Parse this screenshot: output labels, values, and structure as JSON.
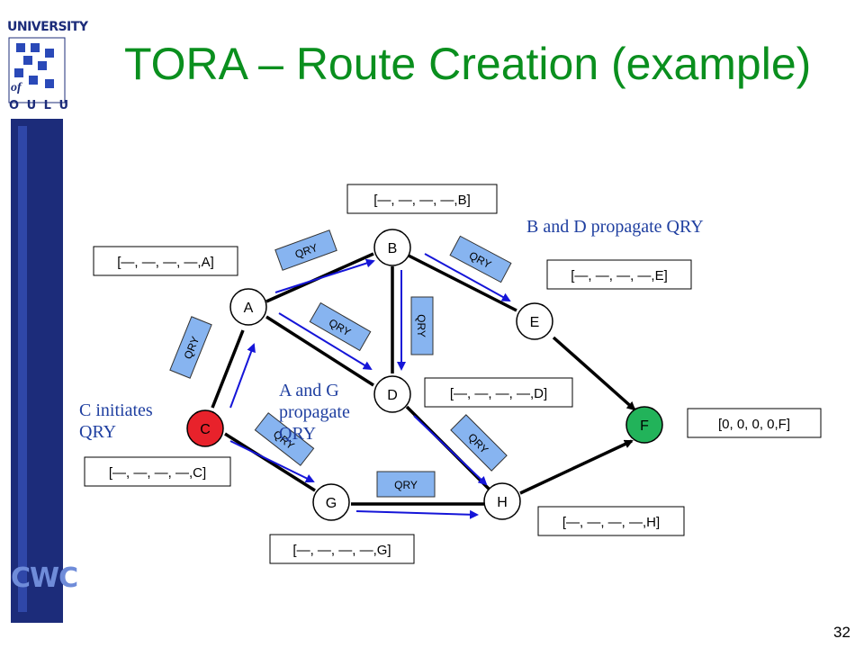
{
  "slide": {
    "title": "TORA – Route Creation (example)",
    "page_number": "32"
  },
  "logo": {
    "top_text": "UNIVERSITY",
    "of_text": "of",
    "bottom_text": "O U L U",
    "side_text": "CWC"
  },
  "annotations": {
    "c_initiates": "C initiates\nQRY",
    "a_g_propagate": "A and G\npropagate\nQRY",
    "b_d_propagate": "B and D propagate QRY"
  },
  "nodes": [
    {
      "id": "A",
      "label": "A",
      "fill": "#ffffff"
    },
    {
      "id": "B",
      "label": "B",
      "fill": "#ffffff"
    },
    {
      "id": "C",
      "label": "C",
      "fill": "#e8222b"
    },
    {
      "id": "D",
      "label": "D",
      "fill": "#ffffff"
    },
    {
      "id": "E",
      "label": "E",
      "fill": "#ffffff"
    },
    {
      "id": "F",
      "label": "F",
      "fill": "#22b35a"
    },
    {
      "id": "G",
      "label": "G",
      "fill": "#ffffff"
    },
    {
      "id": "H",
      "label": "H",
      "fill": "#ffffff"
    }
  ],
  "labels": {
    "A": "[—, —, —, —,A]",
    "B": "[—, —, —, —,B]",
    "C": "[—, —, —, —,C]",
    "D": "[—, —, —, —,D]",
    "E": "[—, —, —, —,E]",
    "F": "[0, 0, 0, 0,F]",
    "G": "[—, —, —, —,G]",
    "H": "[—, —, —, —,H]"
  },
  "qry_label": "QRY",
  "colors": {
    "title": "#0a8f1e",
    "annotation": "#1f3fa0",
    "qry_box": "#87b4f0",
    "qry_arrow": "#1515d8",
    "logo_blue": "#1c2c7a"
  }
}
